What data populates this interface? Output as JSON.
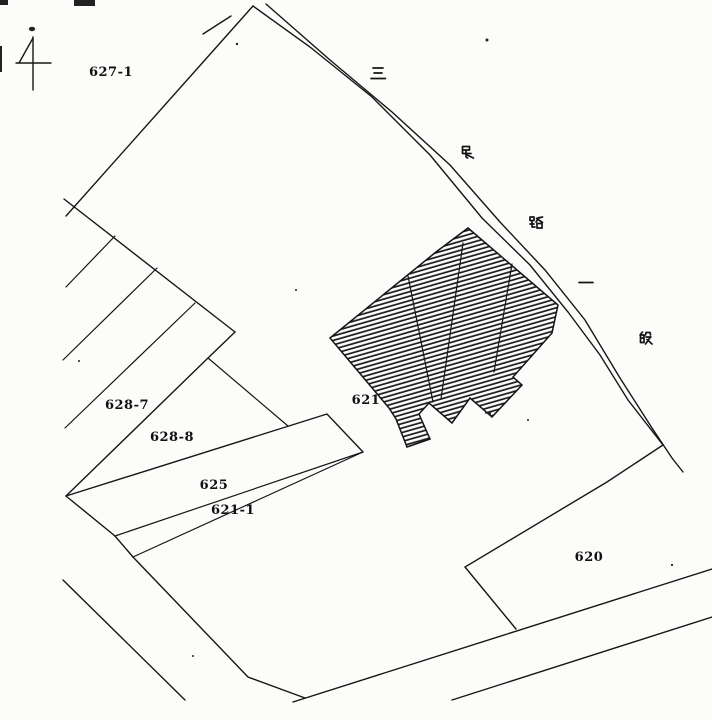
{
  "road": {
    "name": "三民路一段",
    "chars": [
      "三",
      "民",
      "路",
      "一",
      "段"
    ]
  },
  "parcels": [
    {
      "label": "627-1"
    },
    {
      "label": "628-7"
    },
    {
      "label": "628-8"
    },
    {
      "label": "625"
    },
    {
      "label": "621-1"
    },
    {
      "label": "621"
    },
    {
      "label": "620"
    }
  ],
  "building": {
    "hatched": true,
    "on_parcel": "621"
  },
  "icons": {
    "north_arrow": "↑"
  },
  "colors": {
    "ink": "#161616",
    "paper": "#fcfcfa",
    "hatch": "#1a1a1a"
  }
}
